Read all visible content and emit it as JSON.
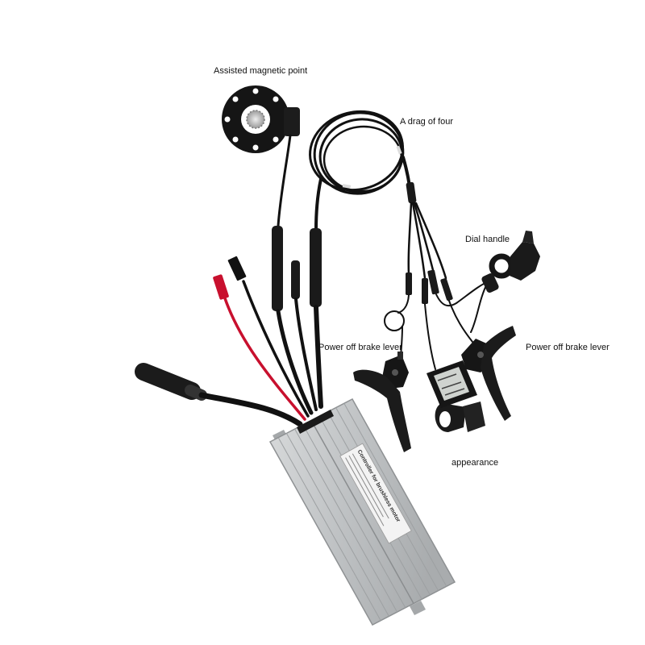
{
  "labels": {
    "pedal_sensor": "Assisted magnetic point",
    "wiring_harness": "A drag of four",
    "throttle": "Dial handle",
    "left_brake": "Power off brake lever",
    "right_brake": "Power off brake lever",
    "display": "appearance"
  },
  "controller": {
    "sticker_title": "Controller for brushless motor"
  },
  "colors": {
    "background": "#ffffff",
    "cable": "#111111",
    "power_cable": "#c8102e",
    "housing": "#c9cbcc"
  }
}
